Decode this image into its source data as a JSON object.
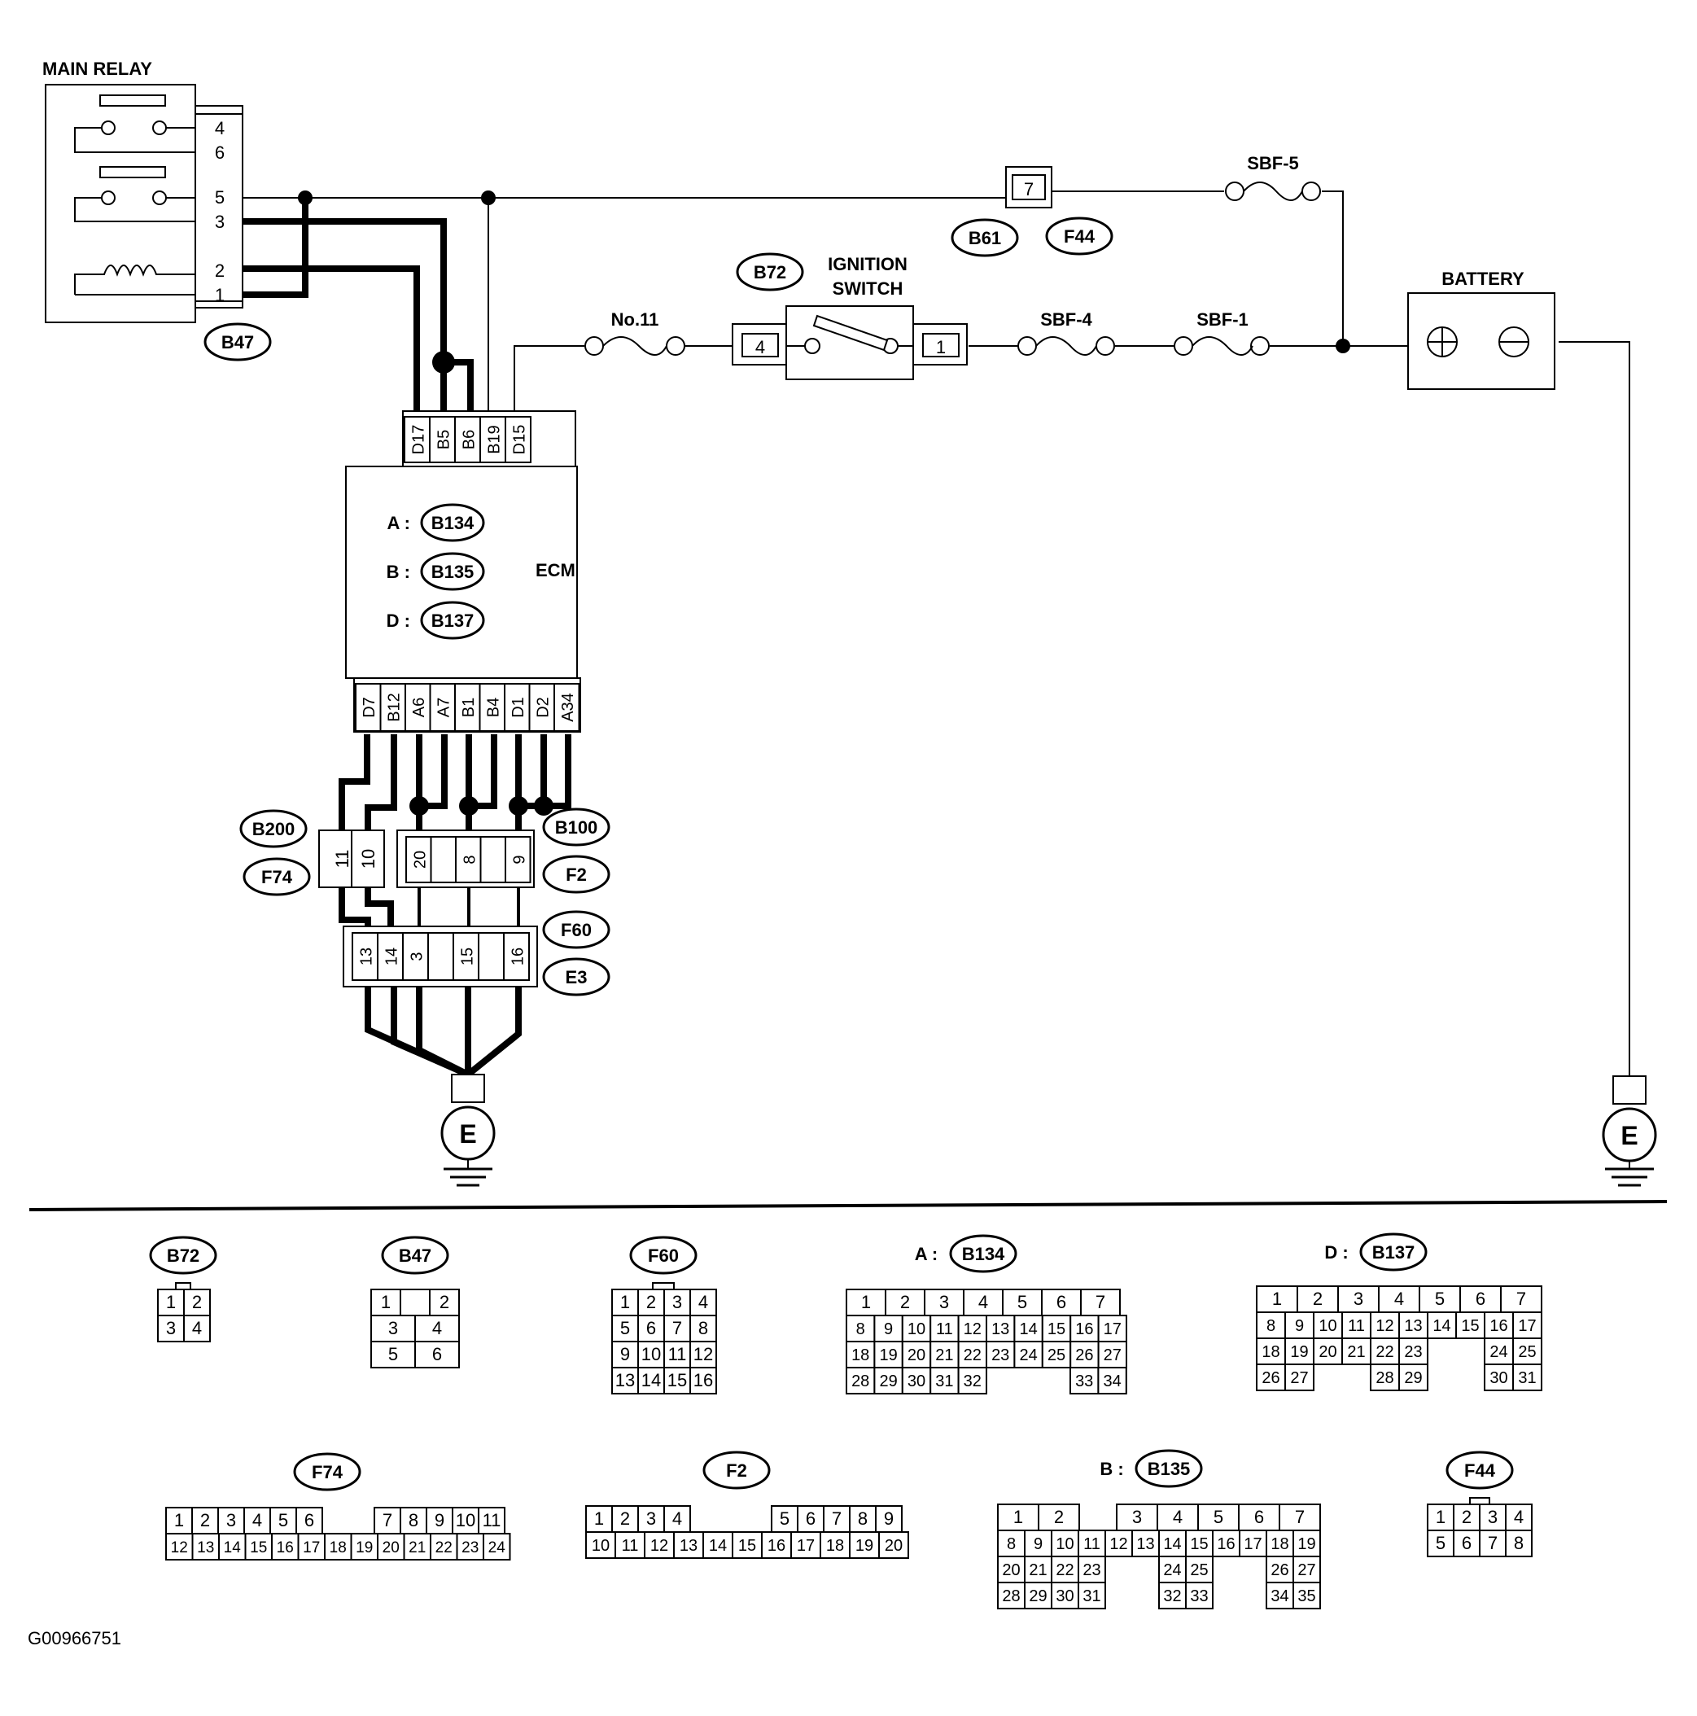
{
  "diagram_id": "G00966751",
  "labels": {
    "main_relay": "MAIN RELAY",
    "ignition_switch_1": "IGNITION",
    "ignition_switch_2": "SWITCH",
    "battery": "BATTERY",
    "ecm": "ECM",
    "fuse_no11": "No.11",
    "sbf1": "SBF-1",
    "sbf4": "SBF-4",
    "sbf5": "SBF-5",
    "ground": "E",
    "plus": "⊕",
    "minus": "⊖"
  },
  "ecm_connectors": [
    {
      "letter": "A :",
      "id": "B134"
    },
    {
      "letter": "B :",
      "id": "B135"
    },
    {
      "letter": "D :",
      "id": "B137"
    }
  ],
  "connector_tags": {
    "b47": "B47",
    "b61": "B61",
    "f44": "F44",
    "b72": "B72",
    "b200": "B200",
    "f74": "F74",
    "b100": "B100",
    "f2": "F2",
    "f60": "F60",
    "e3": "E3"
  },
  "relay_pins": [
    "4",
    "6",
    "5",
    "3",
    "2",
    "1"
  ],
  "pin_labels": {
    "b61_pin": "7",
    "ign_in": "4",
    "ign_out": "1"
  },
  "ecm_top_pins": [
    "D17",
    "B5",
    "B6",
    "B19",
    "D15"
  ],
  "ecm_bottom_pins": [
    "D7",
    "B12",
    "A6",
    "A7",
    "B1",
    "B4",
    "D1",
    "D2",
    "A34"
  ],
  "b200_pins": [
    "11",
    "10"
  ],
  "b100_pins": [
    "20",
    "",
    "8",
    "",
    "9"
  ],
  "f60_pins": [
    "13",
    "14",
    "3",
    "",
    "15",
    "",
    "16"
  ],
  "legend": {
    "b72": {
      "title": "B72",
      "rows": [
        [
          "1",
          "2"
        ],
        [
          "3",
          "4"
        ]
      ]
    },
    "b47": {
      "title": "B47",
      "rows": [
        [
          "1",
          "",
          "2"
        ],
        [
          "3",
          "4"
        ],
        [
          "5",
          "6"
        ]
      ]
    },
    "f60": {
      "title": "F60",
      "rows": [
        [
          "1",
          "2",
          "3",
          "4"
        ],
        [
          "5",
          "6",
          "7",
          "8"
        ],
        [
          "9",
          "10",
          "11",
          "12"
        ],
        [
          "13",
          "14",
          "15",
          "16"
        ]
      ]
    },
    "a_b134": {
      "letter": "A :",
      "title": "B134",
      "rows": [
        [
          "1",
          "2",
          "3",
          "4",
          "5",
          "6",
          "7"
        ],
        [
          "8",
          "9",
          "10",
          "11",
          "12",
          "13",
          "14",
          "15",
          "16",
          "17"
        ],
        [
          "18",
          "19",
          "20",
          "21",
          "22",
          "23",
          "24",
          "25",
          "26",
          "27"
        ],
        [
          "28",
          "29",
          "30",
          "31",
          "32",
          "33",
          "34"
        ]
      ]
    },
    "d_b137": {
      "letter": "D :",
      "title": "B137",
      "rows": [
        [
          "1",
          "2",
          "3",
          "4",
          "5",
          "6",
          "7"
        ],
        [
          "8",
          "9",
          "10",
          "11",
          "12",
          "13",
          "14",
          "15",
          "16",
          "17"
        ],
        [
          "18",
          "19",
          "20",
          "21",
          "22",
          "23",
          "24",
          "25"
        ],
        [
          "26",
          "27",
          "28",
          "29",
          "30",
          "31"
        ]
      ]
    },
    "f74": {
      "title": "F74",
      "rows": [
        [
          "1",
          "2",
          "3",
          "4",
          "5",
          "6",
          "7",
          "8",
          "9",
          "10",
          "11"
        ],
        [
          "12",
          "13",
          "14",
          "15",
          "16",
          "17",
          "18",
          "19",
          "20",
          "21",
          "22",
          "23",
          "24"
        ]
      ]
    },
    "f2": {
      "title": "F2",
      "rows": [
        [
          "1",
          "2",
          "3",
          "4",
          "5",
          "6",
          "7",
          "8",
          "9"
        ],
        [
          "10",
          "11",
          "12",
          "13",
          "14",
          "15",
          "16",
          "17",
          "18",
          "19",
          "20"
        ]
      ]
    },
    "b_b135": {
      "letter": "B :",
      "title": "B135",
      "rows": [
        [
          "1",
          "2",
          "3",
          "4",
          "5",
          "6",
          "7"
        ],
        [
          "8",
          "9",
          "10",
          "11",
          "12",
          "13",
          "14",
          "15",
          "16",
          "17",
          "18",
          "19"
        ],
        [
          "20",
          "21",
          "22",
          "23",
          "24",
          "25",
          "26",
          "27"
        ],
        [
          "28",
          "29",
          "30",
          "31",
          "32",
          "33",
          "34",
          "35"
        ]
      ]
    },
    "f44": {
      "title": "F44",
      "rows": [
        [
          "1",
          "2",
          "3",
          "4"
        ],
        [
          "5",
          "6",
          "7",
          "8"
        ]
      ]
    }
  }
}
